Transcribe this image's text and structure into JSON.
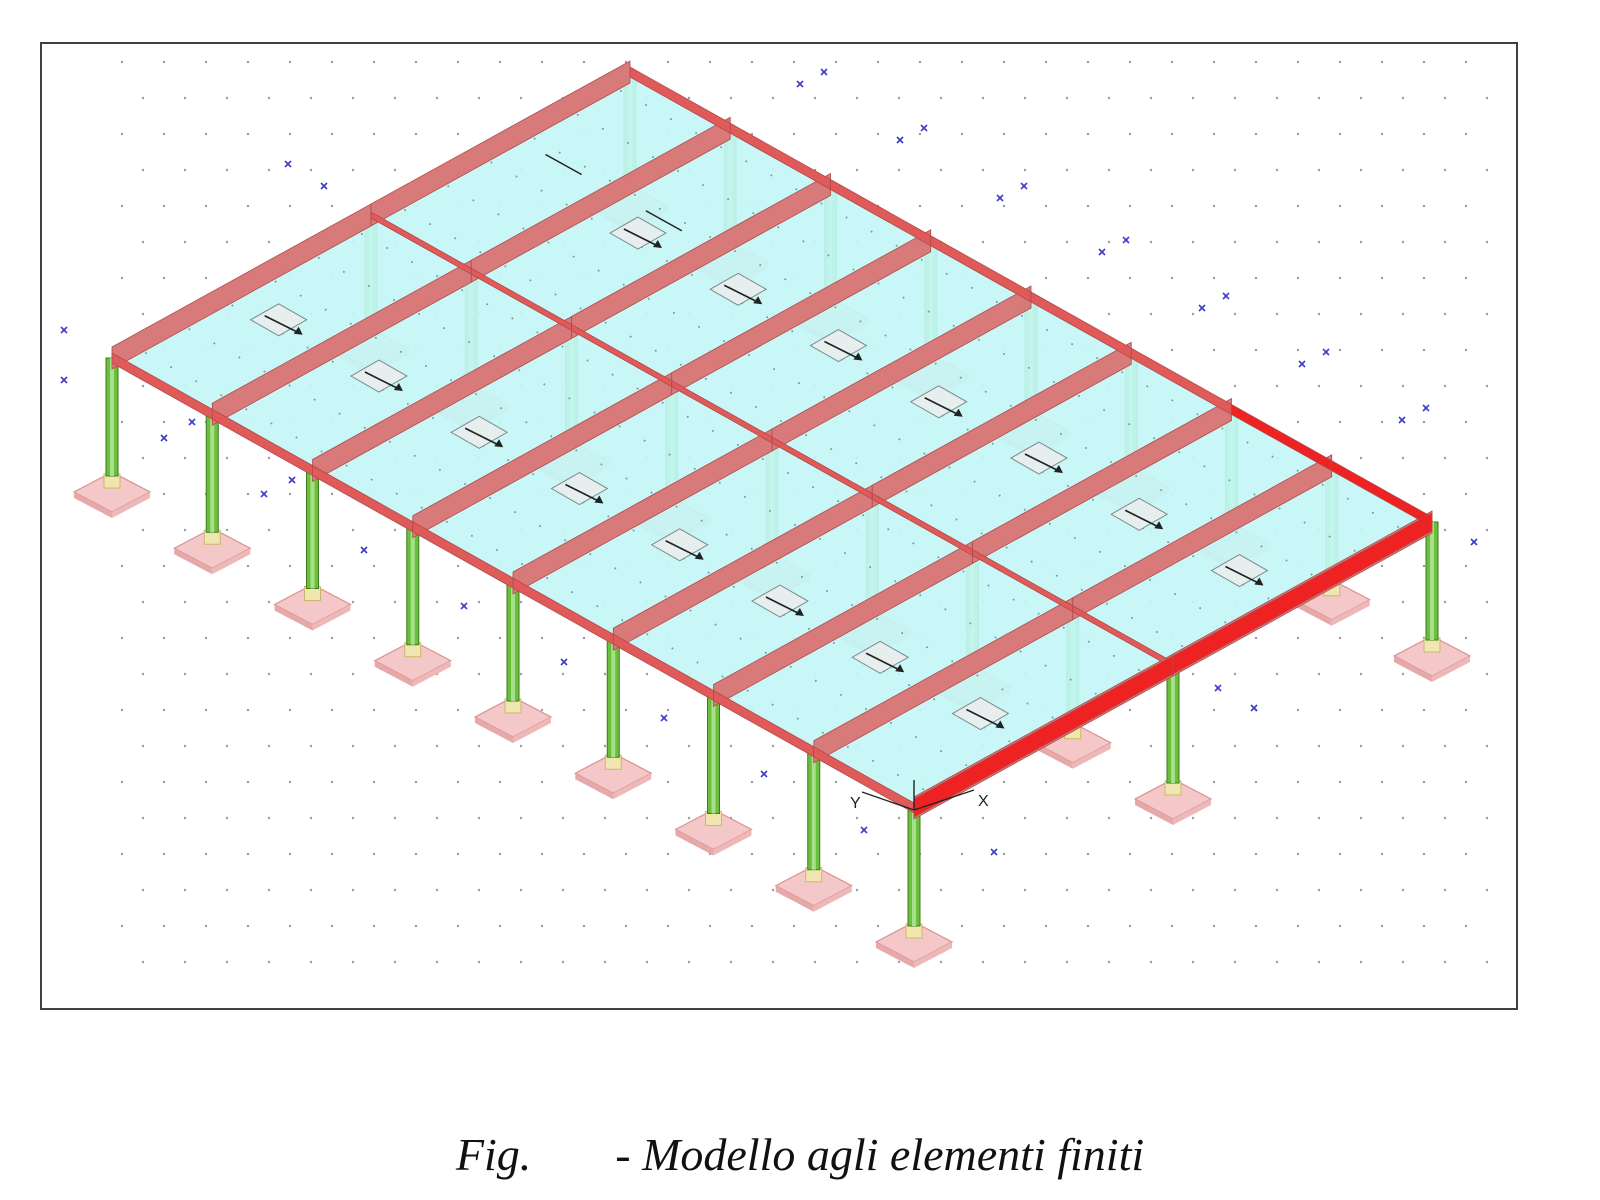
{
  "caption": {
    "prefix": "Fig.",
    "text": "- Modello agli elementi finiti"
  },
  "model": {
    "axis_labels": {
      "x": "X",
      "y": "Y"
    },
    "colors": {
      "slab": "#c4f6f6",
      "slab_edge": "#8fbcbc",
      "beam": "#d97a7a",
      "beam_strong": "#ee2222",
      "column": "#6cbf3c",
      "column_light": "#a7e08a",
      "footing": "#f4c8c8",
      "footing_edge": "#d98f8f",
      "node_marker": "#3a3ad0",
      "mesh_dot": "#9a9a9a"
    },
    "icons": [
      "load-arrow-icon",
      "axis-triad-icon",
      "node-cross-icon"
    ]
  }
}
